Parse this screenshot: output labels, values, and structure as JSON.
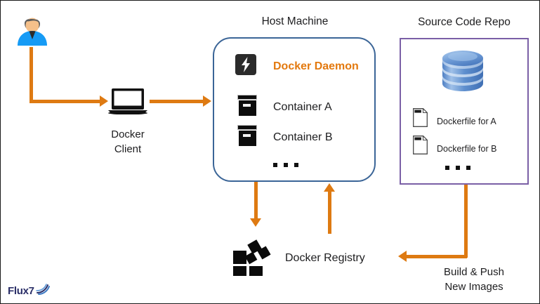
{
  "diagram": {
    "title_host": "Host Machine",
    "title_repo": "Source Code Repo",
    "colors": {
      "arrow_orange": "#DE7A12",
      "daemon_text": "#E3790E",
      "host_border": "#3B6597",
      "repo_border": "#7A5FA6",
      "person_shirt": "#169BF5",
      "db_blue": "#5B8FD4",
      "logo_navy": "#2B2F68",
      "icon_black": "#0B0B0B"
    }
  },
  "actor": {
    "icon": "person-icon"
  },
  "client": {
    "icon": "laptop-icon",
    "label_line1": "Docker",
    "label_line2": "Client"
  },
  "host": {
    "title": "Host Machine",
    "items": [
      {
        "icon": "docker-daemon-icon",
        "label": "Docker Daemon",
        "emphasis": true
      },
      {
        "icon": "container-icon",
        "label": "Container A",
        "emphasis": false
      },
      {
        "icon": "container-icon",
        "label": "Container B",
        "emphasis": false
      }
    ],
    "ellipsis": "• • •"
  },
  "repo": {
    "title": "Source Code Repo",
    "db_icon": "database-cylinder-icon",
    "files": [
      {
        "icon": "document-icon",
        "label": "Dockerfile for A"
      },
      {
        "icon": "document-icon",
        "label": "Dockerfile for B"
      }
    ],
    "ellipsis": "• • •"
  },
  "registry": {
    "icon": "docker-registry-icon",
    "label": "Docker Registry"
  },
  "build_push": {
    "label_line1": "Build & Push",
    "label_line2": "New Images"
  },
  "branding": {
    "logo_text": "Flux7",
    "logo_mark": "swoosh-icon"
  }
}
